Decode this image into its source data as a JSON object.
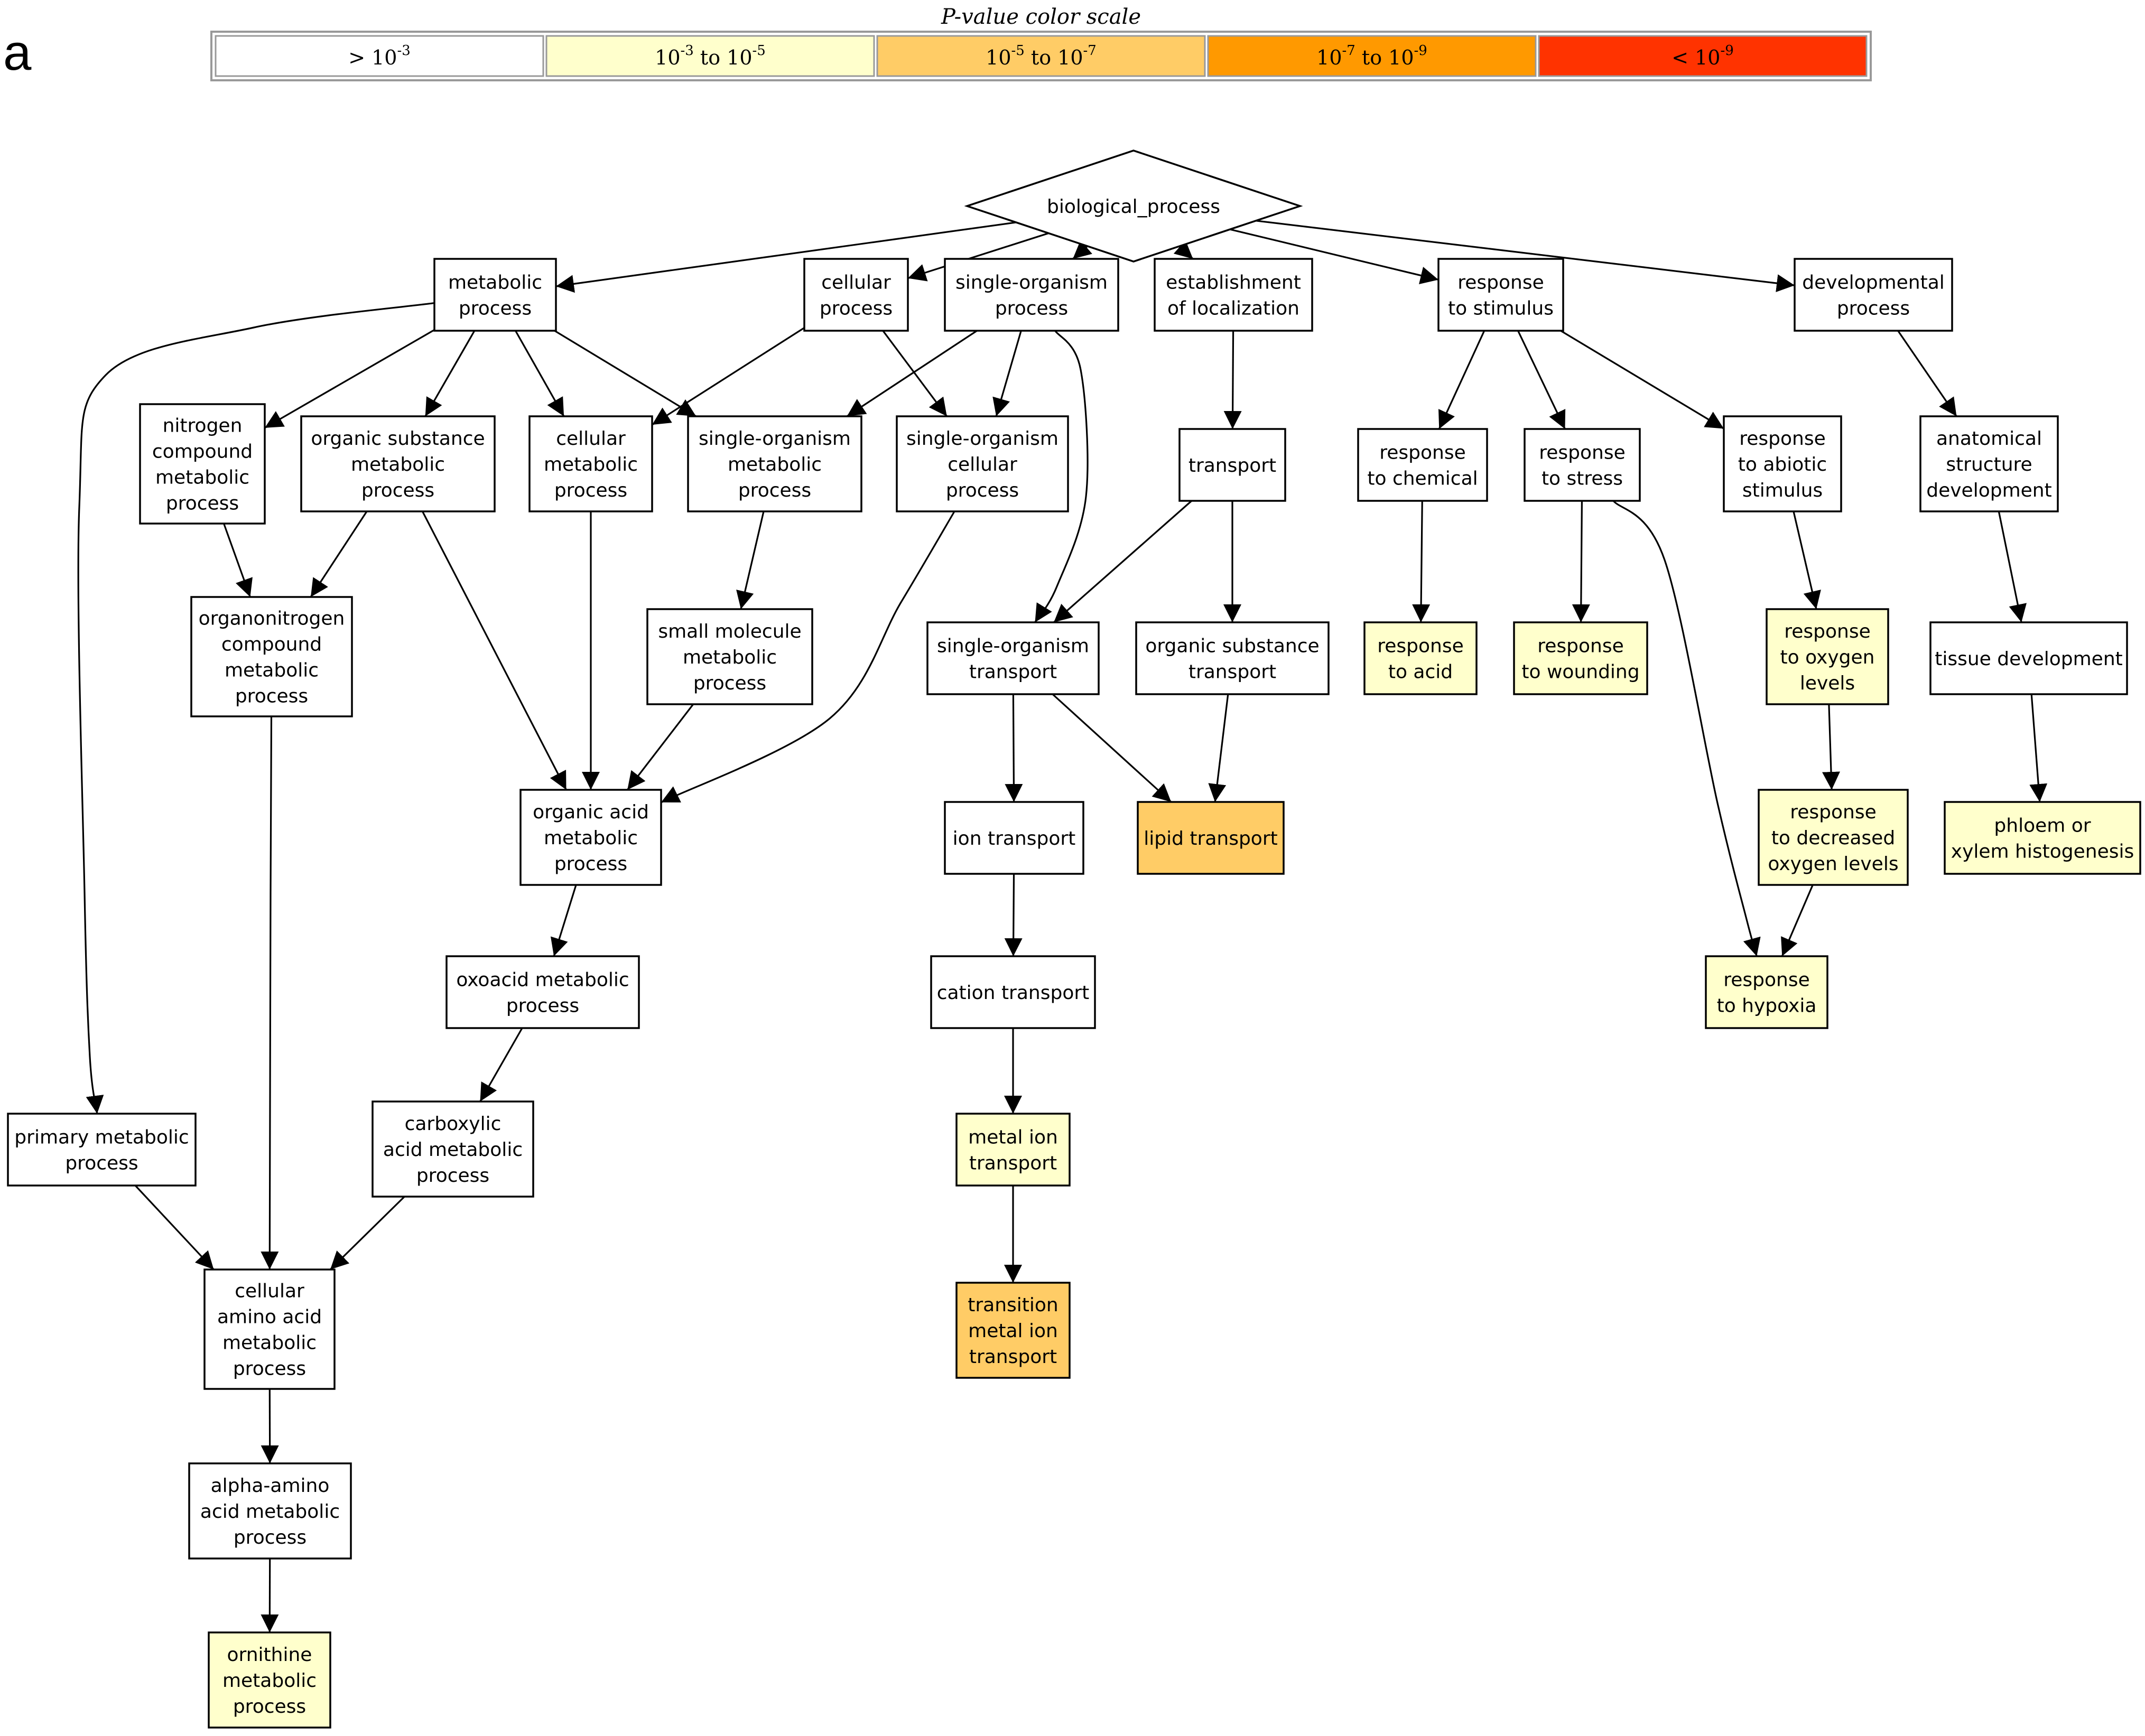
{
  "panel_label": "a",
  "legend": {
    "title": "P-value color scale",
    "items": [
      {
        "base": "> 10",
        "exp": "-3",
        "color": "#ffffff"
      },
      {
        "base": "10",
        "exp": "-3",
        "mid": " to 10",
        "exp2": "-5",
        "color": "#ffffcc"
      },
      {
        "base": "10",
        "exp": "-5",
        "mid": " to 10",
        "exp2": "-7",
        "color": "#ffcc66"
      },
      {
        "base": "10",
        "exp": "-7",
        "mid": " to 10",
        "exp2": "-9",
        "color": "#ff9900"
      },
      {
        "base": "< 10",
        "exp": "-9",
        "color": "#ff3300"
      }
    ]
  },
  "nodes": [
    {
      "id": "biological_process",
      "lines": [
        "biological_process"
      ],
      "color": "#ffffff",
      "shape": "diamond"
    },
    {
      "id": "metabolic_process",
      "lines": [
        "metabolic",
        "process"
      ],
      "color": "#ffffff"
    },
    {
      "id": "cellular_process",
      "lines": [
        "cellular",
        "process"
      ],
      "color": "#ffffff"
    },
    {
      "id": "single_organism_process",
      "lines": [
        "single-organism",
        "process"
      ],
      "color": "#ffffff"
    },
    {
      "id": "establishment_of_localization",
      "lines": [
        "establishment",
        "of localization"
      ],
      "color": "#ffffff"
    },
    {
      "id": "response_to_stimulus",
      "lines": [
        "response",
        "to stimulus"
      ],
      "color": "#ffffff"
    },
    {
      "id": "developmental_process",
      "lines": [
        "developmental",
        "process"
      ],
      "color": "#ffffff"
    },
    {
      "id": "nitrogen_compound_metabolic_process",
      "lines": [
        "nitrogen",
        "compound",
        "metabolic",
        "process"
      ],
      "color": "#ffffff"
    },
    {
      "id": "organic_substance_metabolic_process",
      "lines": [
        "organic substance",
        "metabolic",
        "process"
      ],
      "color": "#ffffff"
    },
    {
      "id": "cellular_metabolic_process",
      "lines": [
        "cellular",
        "metabolic",
        "process"
      ],
      "color": "#ffffff"
    },
    {
      "id": "single_organism_metabolic_process",
      "lines": [
        "single-organism",
        "metabolic",
        "process"
      ],
      "color": "#ffffff"
    },
    {
      "id": "single_organism_cellular_process",
      "lines": [
        "single-organism",
        "cellular",
        "process"
      ],
      "color": "#ffffff"
    },
    {
      "id": "transport",
      "lines": [
        "transport"
      ],
      "color": "#ffffff"
    },
    {
      "id": "response_to_chemical",
      "lines": [
        "response",
        "to chemical"
      ],
      "color": "#ffffff"
    },
    {
      "id": "response_to_stress",
      "lines": [
        "response",
        "to stress"
      ],
      "color": "#ffffff"
    },
    {
      "id": "response_to_abiotic_stimulus",
      "lines": [
        "response",
        "to abiotic",
        "stimulus"
      ],
      "color": "#ffffff"
    },
    {
      "id": "anatomical_structure_development",
      "lines": [
        "anatomical",
        "structure",
        "development"
      ],
      "color": "#ffffff"
    },
    {
      "id": "organonitrogen_compound_metabolic_process",
      "lines": [
        "organonitrogen",
        "compound",
        "metabolic",
        "process"
      ],
      "color": "#ffffff"
    },
    {
      "id": "small_molecule_metabolic_process",
      "lines": [
        "small molecule",
        "metabolic",
        "process"
      ],
      "color": "#ffffff"
    },
    {
      "id": "single_organism_transport",
      "lines": [
        "single-organism",
        "transport"
      ],
      "color": "#ffffff"
    },
    {
      "id": "organic_substance_transport",
      "lines": [
        "organic substance",
        "transport"
      ],
      "color": "#ffffff"
    },
    {
      "id": "response_to_acid",
      "lines": [
        "response",
        "to acid"
      ],
      "color": "#ffffcc"
    },
    {
      "id": "response_to_wounding",
      "lines": [
        "response",
        "to wounding"
      ],
      "color": "#ffffcc"
    },
    {
      "id": "response_to_oxygen_levels",
      "lines": [
        "response",
        "to oxygen",
        "levels"
      ],
      "color": "#ffffcc"
    },
    {
      "id": "tissue_development",
      "lines": [
        "tissue development"
      ],
      "color": "#ffffff"
    },
    {
      "id": "organic_acid_metabolic_process",
      "lines": [
        "organic acid",
        "metabolic",
        "process"
      ],
      "color": "#ffffff"
    },
    {
      "id": "ion_transport",
      "lines": [
        "ion transport"
      ],
      "color": "#ffffff"
    },
    {
      "id": "lipid_transport",
      "lines": [
        "lipid transport"
      ],
      "color": "#ffcc66"
    },
    {
      "id": "response_to_decreased_oxygen_levels",
      "lines": [
        "response",
        "to decreased",
        "oxygen levels"
      ],
      "color": "#ffffcc"
    },
    {
      "id": "phloem_or_xylem_histogenesis",
      "lines": [
        "phloem or",
        "xylem histogenesis"
      ],
      "color": "#ffffcc"
    },
    {
      "id": "oxoacid_metabolic_process",
      "lines": [
        "oxoacid metabolic",
        "process"
      ],
      "color": "#ffffff"
    },
    {
      "id": "cation_transport",
      "lines": [
        "cation transport"
      ],
      "color": "#ffffff"
    },
    {
      "id": "response_to_hypoxia",
      "lines": [
        "response",
        "to hypoxia"
      ],
      "color": "#ffffcc"
    },
    {
      "id": "primary_metabolic_process",
      "lines": [
        "primary metabolic",
        "process"
      ],
      "color": "#ffffff"
    },
    {
      "id": "carboxylic_acid_metabolic_process",
      "lines": [
        "carboxylic",
        "acid metabolic",
        "process"
      ],
      "color": "#ffffff"
    },
    {
      "id": "metal_ion_transport",
      "lines": [
        "metal ion",
        "transport"
      ],
      "color": "#ffffcc"
    },
    {
      "id": "cellular_amino_acid_metabolic_process",
      "lines": [
        "cellular",
        "amino acid",
        "metabolic",
        "process"
      ],
      "color": "#ffffff"
    },
    {
      "id": "transition_metal_ion_transport",
      "lines": [
        "transition",
        "metal ion",
        "transport"
      ],
      "color": "#ffcc66"
    },
    {
      "id": "alpha_amino_acid_metabolic_process",
      "lines": [
        "alpha-amino",
        "acid metabolic",
        "process"
      ],
      "color": "#ffffff"
    },
    {
      "id": "ornithine_metabolic_process",
      "lines": [
        "ornithine",
        "metabolic",
        "process"
      ],
      "color": "#ffffcc"
    }
  ],
  "edges": [
    [
      "biological_process",
      "metabolic_process"
    ],
    [
      "biological_process",
      "cellular_process"
    ],
    [
      "biological_process",
      "single_organism_process"
    ],
    [
      "biological_process",
      "establishment_of_localization"
    ],
    [
      "biological_process",
      "response_to_stimulus"
    ],
    [
      "biological_process",
      "developmental_process"
    ],
    [
      "metabolic_process",
      "nitrogen_compound_metabolic_process"
    ],
    [
      "metabolic_process",
      "organic_substance_metabolic_process"
    ],
    [
      "metabolic_process",
      "cellular_metabolic_process"
    ],
    [
      "metabolic_process",
      "single_organism_metabolic_process"
    ],
    [
      "metabolic_process",
      "primary_metabolic_process"
    ],
    [
      "cellular_process",
      "cellular_metabolic_process"
    ],
    [
      "cellular_process",
      "single_organism_cellular_process"
    ],
    [
      "single_organism_process",
      "single_organism_metabolic_process"
    ],
    [
      "single_organism_process",
      "single_organism_cellular_process"
    ],
    [
      "single_organism_process",
      "single_organism_transport"
    ],
    [
      "establishment_of_localization",
      "transport"
    ],
    [
      "response_to_stimulus",
      "response_to_chemical"
    ],
    [
      "response_to_stimulus",
      "response_to_stress"
    ],
    [
      "response_to_stimulus",
      "response_to_abiotic_stimulus"
    ],
    [
      "developmental_process",
      "anatomical_structure_development"
    ],
    [
      "nitrogen_compound_metabolic_process",
      "organonitrogen_compound_metabolic_process"
    ],
    [
      "organic_substance_metabolic_process",
      "organonitrogen_compound_metabolic_process"
    ],
    [
      "organic_substance_metabolic_process",
      "organic_acid_metabolic_process"
    ],
    [
      "cellular_metabolic_process",
      "organic_acid_metabolic_process"
    ],
    [
      "single_organism_metabolic_process",
      "small_molecule_metabolic_process"
    ],
    [
      "single_organism_cellular_process",
      "organic_acid_metabolic_process"
    ],
    [
      "small_molecule_metabolic_process",
      "organic_acid_metabolic_process"
    ],
    [
      "transport",
      "single_organism_transport"
    ],
    [
      "transport",
      "organic_substance_transport"
    ],
    [
      "response_to_chemical",
      "response_to_acid"
    ],
    [
      "response_to_stress",
      "response_to_wounding"
    ],
    [
      "response_to_stress",
      "response_to_hypoxia"
    ],
    [
      "response_to_abiotic_stimulus",
      "response_to_oxygen_levels"
    ],
    [
      "anatomical_structure_development",
      "tissue_development"
    ],
    [
      "organonitrogen_compound_metabolic_process",
      "cellular_amino_acid_metabolic_process"
    ],
    [
      "organic_acid_metabolic_process",
      "oxoacid_metabolic_process"
    ],
    [
      "single_organism_transport",
      "ion_transport"
    ],
    [
      "single_organism_transport",
      "lipid_transport"
    ],
    [
      "organic_substance_transport",
      "lipid_transport"
    ],
    [
      "response_to_oxygen_levels",
      "response_to_decreased_oxygen_levels"
    ],
    [
      "tissue_development",
      "phloem_or_xylem_histogenesis"
    ],
    [
      "oxoacid_metabolic_process",
      "carboxylic_acid_metabolic_process"
    ],
    [
      "ion_transport",
      "cation_transport"
    ],
    [
      "response_to_decreased_oxygen_levels",
      "response_to_hypoxia"
    ],
    [
      "primary_metabolic_process",
      "cellular_amino_acid_metabolic_process"
    ],
    [
      "carboxylic_acid_metabolic_process",
      "cellular_amino_acid_metabolic_process"
    ],
    [
      "cation_transport",
      "metal_ion_transport"
    ],
    [
      "metal_ion_transport",
      "transition_metal_ion_transport"
    ],
    [
      "cellular_amino_acid_metabolic_process",
      "alpha_amino_acid_metabolic_process"
    ],
    [
      "alpha_amino_acid_metabolic_process",
      "ornithine_metabolic_process"
    ]
  ]
}
